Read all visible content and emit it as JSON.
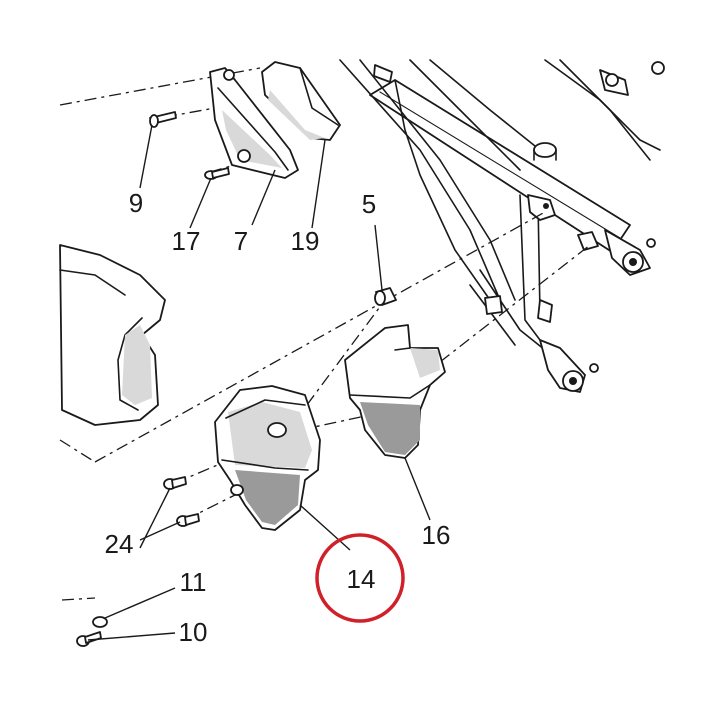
{
  "labels": {
    "l9": "9",
    "l17": "17",
    "l7": "7",
    "l19": "19",
    "l5": "5",
    "l24": "24",
    "l16": "16",
    "l14": "14",
    "l11": "11",
    "l10": "10"
  },
  "highlight": {
    "part": "14",
    "color": "#d0202a"
  },
  "line_color": "#1a1a1a"
}
